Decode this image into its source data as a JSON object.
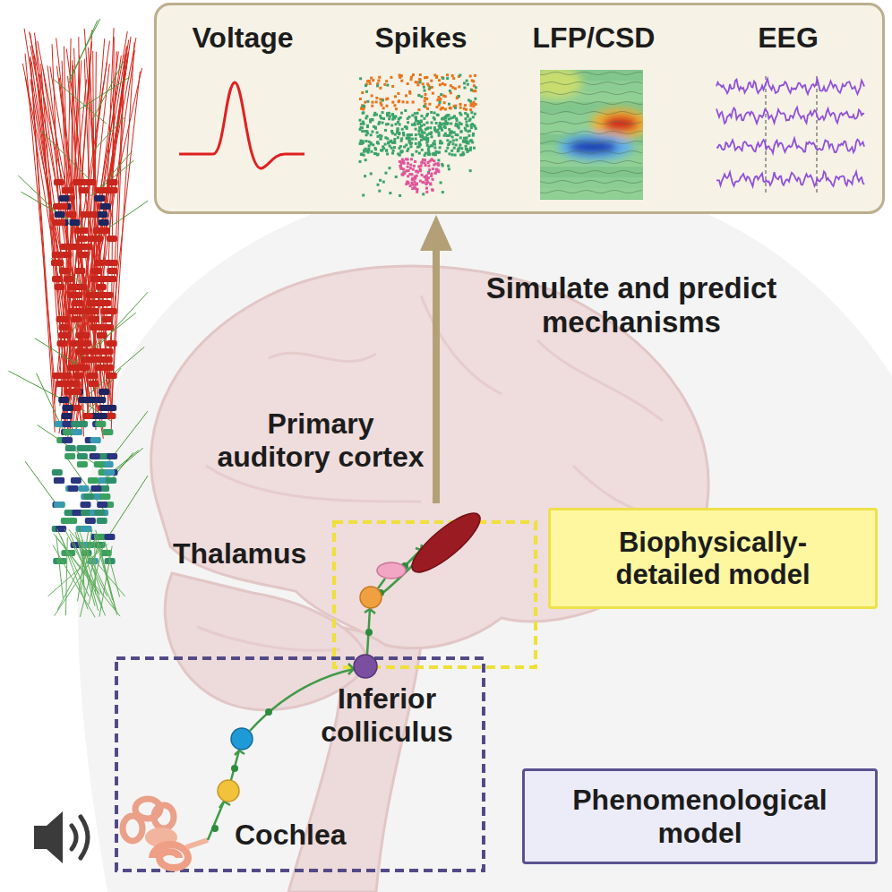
{
  "diagram": {
    "nodes": [
      {
        "text": [
          "Voltage",
          "Spikes",
          "LFP/CSD",
          "EEG"
        ]
      },
      {
        "text": [
          "Biophysically-detailed model"
        ]
      },
      {
        "text": [
          "Phenomenological model"
        ]
      }
    ],
    "labels": [
      "Simulate and predict mechanisms",
      "Primary auditory cortex",
      "Thalamus",
      "Inferior colliculus",
      "Cochlea"
    ]
  }
}
